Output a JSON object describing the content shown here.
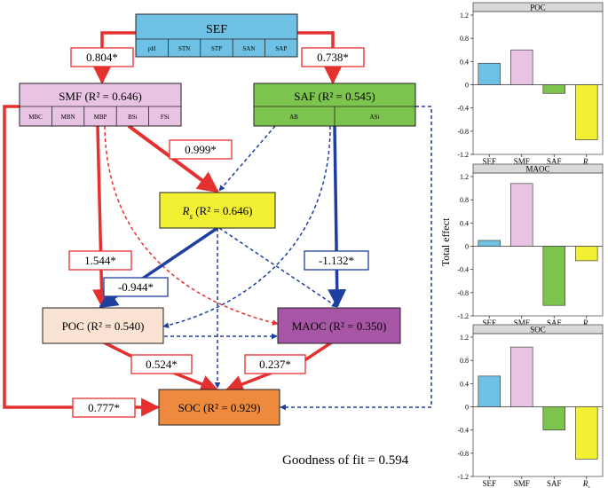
{
  "diagram": {
    "sef": {
      "title": "SEF",
      "subs": [
        "pH",
        "STN",
        "STP",
        "SAN",
        "SAP"
      ],
      "color": "#6EC1E4"
    },
    "smf": {
      "title": "SMF (R² = 0.646)",
      "subs": [
        "MBC",
        "MBN",
        "MBP",
        "BSi",
        "FSi"
      ],
      "color": "#E8C3E4"
    },
    "saf": {
      "title": "SAF (R² = 0.545)",
      "subs": [
        "AB",
        "ASi"
      ],
      "color": "#7DC44E"
    },
    "rs": {
      "title": "Rs (R² = 0.646)",
      "color": "#F2F032"
    },
    "poc": {
      "title": "POC (R² = 0.540)",
      "color": "#FBE3D3"
    },
    "maoc": {
      "title": "MAOC (R² = 0.350)",
      "color": "#A756A6"
    },
    "soc": {
      "title": "SOC (R² = 0.929)",
      "color": "#EE8A3E"
    },
    "coefficients": {
      "sef_smf": "0.804*",
      "sef_saf": "0.738*",
      "smf_rs": "0.999*",
      "smf_poc": "1.544*",
      "rs_poc": "-0.944*",
      "saf_maoc": "-1.132*",
      "poc_soc": "0.524*",
      "maoc_soc": "0.237*",
      "smf_soc": "0.777*"
    },
    "goodness_of_fit": "Goodness of fit  = 0.594",
    "positive_color": "#E53030",
    "negative_color": "#1F3FA0"
  },
  "chart_data": [
    {
      "type": "bar",
      "title": "POC",
      "categories": [
        "SEF",
        "SMF",
        "SAF",
        "Rs"
      ],
      "values": [
        0.37,
        0.6,
        -0.15,
        -0.95
      ],
      "ylim": [
        -1.2,
        1.2
      ],
      "ticks": [
        "1.2",
        "0.8",
        "0.4",
        "0",
        "-0.4",
        "-0.8",
        "-1.2"
      ],
      "colors": [
        "#6EC1E4",
        "#E8C3E4",
        "#7DC44E",
        "#F2F032"
      ]
    },
    {
      "type": "bar",
      "title": "MAOC",
      "categories": [
        "SEF",
        "SMF",
        "SAF",
        "Rs"
      ],
      "values": [
        0.1,
        1.08,
        -1.02,
        -0.25
      ],
      "ylim": [
        -1.2,
        1.2
      ],
      "ticks": [
        "1.2",
        "0.8",
        "0.4",
        "0",
        "-0.4",
        "-0.8",
        "-1.2"
      ],
      "colors": [
        "#6EC1E4",
        "#E8C3E4",
        "#7DC44E",
        "#F2F032"
      ]
    },
    {
      "type": "bar",
      "title": "SOC",
      "categories": [
        "SEF",
        "SMF",
        "SAF",
        "Rs"
      ],
      "values": [
        0.53,
        1.03,
        -0.4,
        -0.9
      ],
      "ylim": [
        -1.2,
        1.2
      ],
      "ticks": [
        "1.2",
        "0.8",
        "0.4",
        "0",
        "-0.4",
        "-0.8",
        "-1.2"
      ],
      "colors": [
        "#6EC1E4",
        "#E8C3E4",
        "#7DC44E",
        "#F2F032"
      ]
    }
  ],
  "ylabel": "Total effect"
}
